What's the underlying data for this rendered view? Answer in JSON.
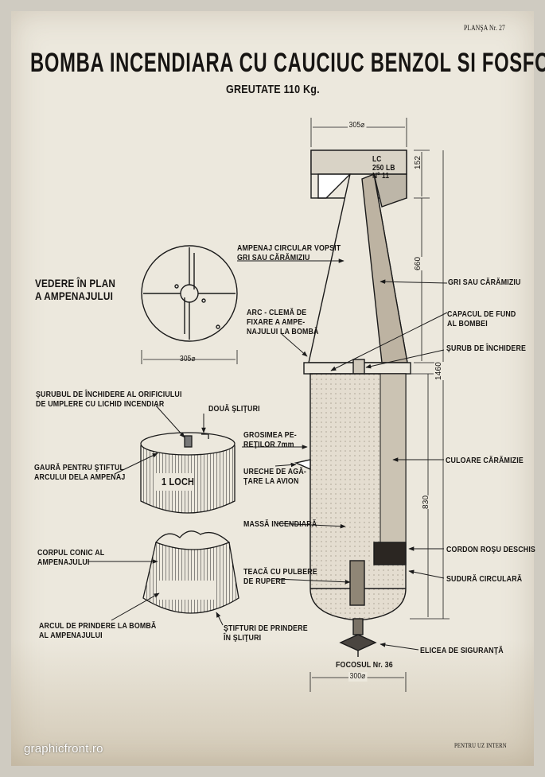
{
  "header": {
    "plate_number": "PLANŞA Nr. 27",
    "title": "BOMBA INCENDIARA CU CAUCIUC BENZOL SI FOSFOR",
    "subtitle": "GREUTATE 110 Kg."
  },
  "plan_view": {
    "title_line1": "VEDERE ÎN PLAN",
    "title_line2": "A AMPENAJULUI",
    "diameter": "305⌀"
  },
  "bomb": {
    "stamp_line1": "LC",
    "stamp_line2": "250 LB",
    "stamp_line3": "Nº 11",
    "fuze_label": "FOCOSUL Nr. 36"
  },
  "dimensions": {
    "top_diameter": "305⌀",
    "bottom_diameter": "300⌀",
    "fin_height": "152",
    "tail_length": "660",
    "total_length": "1460",
    "body_length": "830"
  },
  "labels": {
    "ampenaj_circular": [
      "AMPENAJ CIRCULAR VOPSIT",
      "GRI SAU CĂRĂMIZIU"
    ],
    "gri": [
      "GRI SAU CĂRĂMIZIU"
    ],
    "capac": [
      "CAPACUL DE FUND",
      "AL BOMBEI"
    ],
    "arc_clema": [
      "ARC - CLEMĂ DE",
      "FIXARE A AMPE-",
      "NAJULUI LA BOMBĂ"
    ],
    "surub": [
      "ŞURUB DE ÎNCHIDERE"
    ],
    "surubul_orificiu": [
      "ŞURUBUL DE ÎNCHIDERE AL ORIFICIULUI",
      "DE UMPLERE CU LICHID INCENDIAR"
    ],
    "doua_slituri": [
      "DOUĂ ŞLIŢURI"
    ],
    "grosimea": [
      "GROSIMEA PE-",
      "REŢILOR 7mm"
    ],
    "gaura": [
      "GAURĂ PENTRU ŞTIFTUL",
      "ARCULUI DELA AMPENAJ"
    ],
    "loch": [
      "1 LOCH"
    ],
    "ureche": [
      "URECHE DE AGĂ-",
      "ŢARE LA AVION"
    ],
    "culoare": [
      "CULOARE CĂRĂMIZIE"
    ],
    "massa": [
      "MASSĂ INCENDIARĂ"
    ],
    "corpul": [
      "CORPUL CONIC AL",
      "AMPENAJULUI"
    ],
    "cordon": [
      "CORDON ROŞU DESCHIS"
    ],
    "teaca": [
      "TEACĂ CU PULBERE",
      "DE RUPERE"
    ],
    "sudura": [
      "SUDURĂ CIRCULARĂ"
    ],
    "arcul": [
      "ARCUL DE PRINDERE LA BOMBĂ",
      "AL AMPENAJULUI"
    ],
    "stifturi": [
      "ŞTIFTURI DE PRINDERE",
      "ÎN ŞLIŢURI"
    ],
    "elicea": [
      "ELICEA DE SIGURANŢĂ"
    ]
  },
  "footer": {
    "note": "PENTRU UZ INTERN",
    "watermark": "graphicfront.ro"
  }
}
